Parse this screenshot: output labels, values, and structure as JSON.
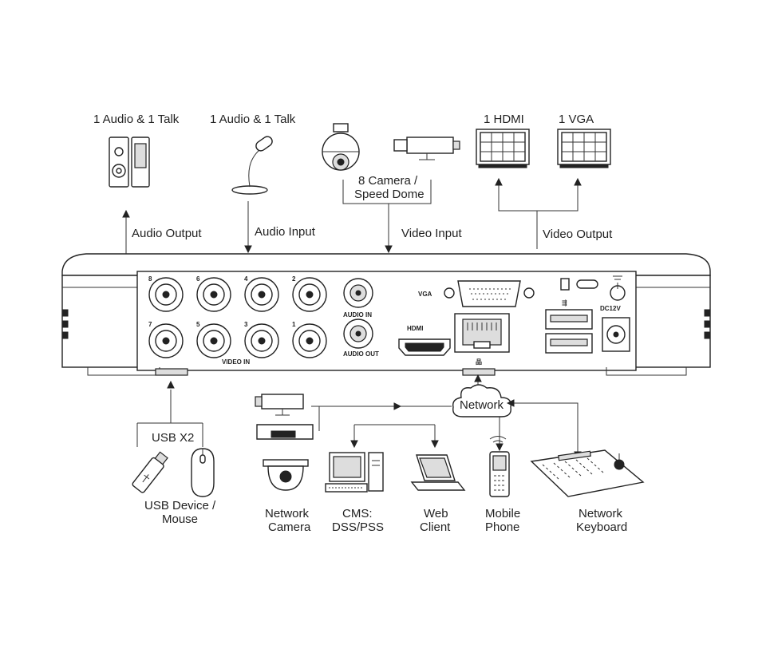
{
  "labels": {
    "audio_out_device": "1 Audio  & 1 Talk",
    "audio_in_device": "1 Audio & 1 Talk",
    "camera_line1": "8 Camera /",
    "camera_line2": "Speed Dome",
    "hdmi_monitor": "1 HDMI",
    "vga_monitor": "1 VGA",
    "audio_output": "Audio  Output",
    "audio_input": "Audio  Input",
    "video_input": "Video Input",
    "video_output": "Video Output",
    "usb_x2": "USB X2",
    "usb_device_line1": "USB Device /",
    "usb_device_line2": "Mouse",
    "network": "Network",
    "network_camera_line1": "Network",
    "network_camera_line2": "Camera",
    "cms_line1": "CMS:",
    "cms_line2": "DSS/PSS",
    "web_line1": "Web",
    "web_line2": "Client",
    "mobile_line1": "Mobile",
    "mobile_line2": "Phone",
    "keyboard_line1": "Network",
    "keyboard_line2": "Keyboard"
  },
  "panel": {
    "video_in": "VIDEO IN",
    "vga": "VGA",
    "hdmi": "HDMI",
    "audio_in": "AUDIO IN",
    "audio_out": "AUDIO OUT",
    "dc": "DC12V",
    "channel_top": [
      "8",
      "6",
      "4",
      "2"
    ],
    "channel_bottom": [
      "7",
      "5",
      "3",
      "1"
    ]
  }
}
